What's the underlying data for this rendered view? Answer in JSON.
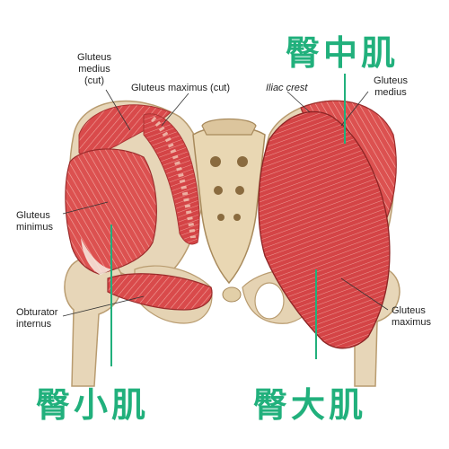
{
  "labels": {
    "gluteus_medius_cut_l1": "Gluteus",
    "gluteus_medius_cut_l2": "medius",
    "gluteus_medius_cut_l3": "(cut)",
    "gluteus_maximus_cut": "Gluteus maximus (cut)",
    "iliac_crest": "Iliac crest",
    "gluteus_medius_r_l1": "Gluteus",
    "gluteus_medius_r_l2": "medius",
    "gluteus_minimus_l1": "Gluteus",
    "gluteus_minimus_l2": "minimus",
    "obturator_internus_l1": "Obturator",
    "obturator_internus_l2": "internus",
    "gluteus_maximus_r_l1": "Gluteus",
    "gluteus_maximus_r_l2": "maximus"
  },
  "chinese_labels": {
    "gluteus_medius": "臀中肌",
    "gluteus_minimus": "臀小肌",
    "gluteus_maximus": "臀大肌"
  },
  "colors": {
    "accent_green": "#21b07c",
    "muscle_red": "#d9484a",
    "muscle_light": "#ea8a86",
    "bone": "#e8d9bf",
    "bone_shadow": "#c8b08a"
  }
}
